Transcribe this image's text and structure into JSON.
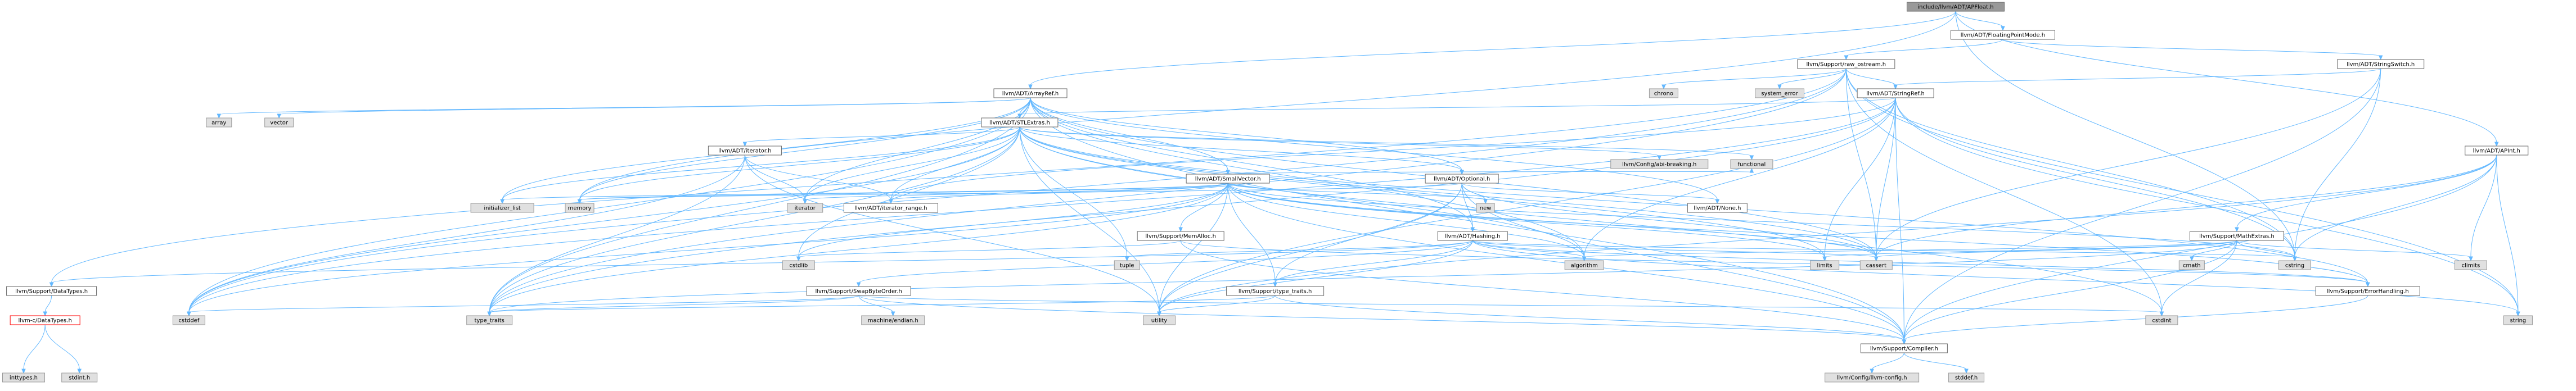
{
  "nodes": [
    {
      "id": "apfloat",
      "label": "include/llvm/ADT/APFloat.h",
      "kind": "focus"
    },
    {
      "id": "fpmode",
      "label": "llvm/ADT/FloatingPointMode.h",
      "kind": "doc"
    },
    {
      "id": "rawos",
      "label": "llvm/Support/raw_ostream.h",
      "kind": "doc"
    },
    {
      "id": "strswitch",
      "label": "llvm/ADT/StringSwitch.h",
      "kind": "doc"
    },
    {
      "id": "arrayref",
      "label": "llvm/ADT/ArrayRef.h",
      "kind": "doc"
    },
    {
      "id": "strref",
      "label": "llvm/ADT/StringRef.h",
      "kind": "doc"
    },
    {
      "id": "stlextras",
      "label": "llvm/ADT/STLExtras.h",
      "kind": "doc"
    },
    {
      "id": "apint",
      "label": "llvm/ADT/APInt.h",
      "kind": "doc"
    },
    {
      "id": "iterator",
      "label": "llvm/ADT/iterator.h",
      "kind": "doc"
    },
    {
      "id": "smallvec",
      "label": "llvm/ADT/SmallVector.h",
      "kind": "doc"
    },
    {
      "id": "optional",
      "label": "llvm/ADT/Optional.h",
      "kind": "doc"
    },
    {
      "id": "abibreak",
      "label": "llvm/Config/abi-breaking.h",
      "kind": "ext"
    },
    {
      "id": "iterrange",
      "label": "llvm/ADT/iterator_range.h",
      "kind": "doc"
    },
    {
      "id": "memalloc",
      "label": "llvm/Support/MemAlloc.h",
      "kind": "doc"
    },
    {
      "id": "hashing",
      "label": "llvm/ADT/Hashing.h",
      "kind": "doc"
    },
    {
      "id": "none",
      "label": "llvm/ADT/None.h",
      "kind": "doc"
    },
    {
      "id": "mathextras",
      "label": "llvm/Support/MathExtras.h",
      "kind": "doc"
    },
    {
      "id": "datatypes",
      "label": "llvm/Support/DataTypes.h",
      "kind": "doc"
    },
    {
      "id": "swapbyte",
      "label": "llvm/Support/SwapByteOrder.h",
      "kind": "doc"
    },
    {
      "id": "typetraits_llvm",
      "label": "llvm/Support/type_traits.h",
      "kind": "doc"
    },
    {
      "id": "errhandling",
      "label": "llvm/Support/ErrorHandling.h",
      "kind": "doc"
    },
    {
      "id": "llvmcdt",
      "label": "llvm-c/DataTypes.h",
      "kind": "err"
    },
    {
      "id": "compiler",
      "label": "llvm/Support/Compiler.h",
      "kind": "doc"
    },
    {
      "id": "llvmconfig",
      "label": "llvm/Config/llvm-config.h",
      "kind": "ext"
    },
    {
      "id": "stddef_h",
      "label": "stddef.h",
      "kind": "ext"
    },
    {
      "id": "inttypes",
      "label": "inttypes.h",
      "kind": "ext"
    },
    {
      "id": "stdint_h",
      "label": "stdint.h",
      "kind": "ext"
    },
    {
      "id": "machendian",
      "label": "machine/endian.h",
      "kind": "ext"
    },
    {
      "id": "chrono",
      "label": "chrono",
      "kind": "ext"
    },
    {
      "id": "syserr",
      "label": "system_error",
      "kind": "ext"
    },
    {
      "id": "array",
      "label": "array",
      "kind": "ext"
    },
    {
      "id": "vector",
      "label": "vector",
      "kind": "ext"
    },
    {
      "id": "functional",
      "label": "functional",
      "kind": "ext"
    },
    {
      "id": "initlist",
      "label": "initializer_list",
      "kind": "ext"
    },
    {
      "id": "memory",
      "label": "memory",
      "kind": "ext"
    },
    {
      "id": "iterstd",
      "label": "iterator",
      "kind": "ext"
    },
    {
      "id": "new",
      "label": "new",
      "kind": "ext"
    },
    {
      "id": "cstdlib",
      "label": "cstdlib",
      "kind": "ext"
    },
    {
      "id": "tuple",
      "label": "tuple",
      "kind": "ext"
    },
    {
      "id": "algorithm",
      "label": "algorithm",
      "kind": "ext"
    },
    {
      "id": "limits",
      "label": "limits",
      "kind": "ext"
    },
    {
      "id": "cassert",
      "label": "cassert",
      "kind": "ext"
    },
    {
      "id": "cmath",
      "label": "cmath",
      "kind": "ext"
    },
    {
      "id": "cstring",
      "label": "cstring",
      "kind": "ext"
    },
    {
      "id": "climits",
      "label": "climits",
      "kind": "ext"
    },
    {
      "id": "cstddef",
      "label": "cstddef",
      "kind": "ext"
    },
    {
      "id": "typetraits",
      "label": "type_traits",
      "kind": "ext"
    },
    {
      "id": "utility",
      "label": "utility",
      "kind": "ext"
    },
    {
      "id": "cstdint",
      "label": "cstdint",
      "kind": "ext"
    },
    {
      "id": "string",
      "label": "string",
      "kind": "ext"
    }
  ],
  "edges": [
    [
      "apfloat",
      "fpmode"
    ],
    [
      "apfloat",
      "arrayref"
    ],
    [
      "apfloat",
      "apint"
    ],
    [
      "apfloat",
      "memory"
    ],
    [
      "apfloat",
      "cstring"
    ],
    [
      "fpmode",
      "rawos"
    ],
    [
      "fpmode",
      "strswitch"
    ],
    [
      "rawos",
      "strref"
    ],
    [
      "rawos",
      "datatypes"
    ],
    [
      "rawos",
      "chrono"
    ],
    [
      "rawos",
      "syserr"
    ],
    [
      "rawos",
      "cassert"
    ],
    [
      "rawos",
      "cstddef"
    ],
    [
      "rawos",
      "cstdint"
    ],
    [
      "rawos",
      "string"
    ],
    [
      "rawos",
      "typetraits"
    ],
    [
      "rawos",
      "cstring"
    ],
    [
      "strswitch",
      "strref"
    ],
    [
      "strswitch",
      "compiler"
    ],
    [
      "strswitch",
      "cassert"
    ],
    [
      "strswitch",
      "cstring"
    ],
    [
      "arrayref",
      "stlextras"
    ],
    [
      "arrayref",
      "smallvec"
    ],
    [
      "arrayref",
      "hashing"
    ],
    [
      "arrayref",
      "none"
    ],
    [
      "arrayref",
      "optional"
    ],
    [
      "arrayref",
      "compiler"
    ],
    [
      "arrayref",
      "algorithm"
    ],
    [
      "arrayref",
      "array"
    ],
    [
      "arrayref",
      "vector"
    ],
    [
      "arrayref",
      "cassert"
    ],
    [
      "arrayref",
      "cstddef"
    ],
    [
      "arrayref",
      "initlist"
    ],
    [
      "arrayref",
      "iterstd"
    ],
    [
      "arrayref",
      "memory"
    ],
    [
      "arrayref",
      "typetraits"
    ],
    [
      "strref",
      "stlextras"
    ],
    [
      "strref",
      "iterrange"
    ],
    [
      "strref",
      "compiler"
    ],
    [
      "strref",
      "algorithm"
    ],
    [
      "strref",
      "cassert"
    ],
    [
      "strref",
      "cstddef"
    ],
    [
      "strref",
      "cstring"
    ],
    [
      "strref",
      "limits"
    ],
    [
      "strref",
      "string"
    ],
    [
      "strref",
      "typetraits"
    ],
    [
      "strref",
      "utility"
    ],
    [
      "stlextras",
      "optional"
    ],
    [
      "stlextras",
      "iterator"
    ],
    [
      "stlextras",
      "iterrange"
    ],
    [
      "stlextras",
      "abibreak"
    ],
    [
      "stlextras",
      "errhandling"
    ],
    [
      "stlextras",
      "algorithm"
    ],
    [
      "stlextras",
      "cassert"
    ],
    [
      "stlextras",
      "cstddef"
    ],
    [
      "stlextras",
      "cstdint"
    ],
    [
      "stlextras",
      "cstdlib"
    ],
    [
      "stlextras",
      "functional"
    ],
    [
      "stlextras",
      "initlist"
    ],
    [
      "stlextras",
      "iterstd"
    ],
    [
      "stlextras",
      "limits"
    ],
    [
      "stlextras",
      "memory"
    ],
    [
      "stlextras",
      "tuple"
    ],
    [
      "stlextras",
      "typetraits"
    ],
    [
      "stlextras",
      "utility"
    ],
    [
      "apint",
      "mathextras"
    ],
    [
      "apint",
      "compiler"
    ],
    [
      "apint",
      "cassert"
    ],
    [
      "apint",
      "climits"
    ],
    [
      "apint",
      "cstring"
    ],
    [
      "apint",
      "utility"
    ],
    [
      "apint",
      "string"
    ],
    [
      "iterator",
      "iterrange"
    ],
    [
      "iterator",
      "cstddef"
    ],
    [
      "iterator",
      "iterstd"
    ],
    [
      "iterator",
      "typetraits"
    ],
    [
      "iterator",
      "utility"
    ],
    [
      "smallvec",
      "memalloc"
    ],
    [
      "smallvec",
      "typetraits_llvm"
    ],
    [
      "smallvec",
      "iterrange"
    ],
    [
      "smallvec",
      "compiler"
    ],
    [
      "smallvec",
      "algorithm"
    ],
    [
      "smallvec",
      "cassert"
    ],
    [
      "smallvec",
      "cstddef"
    ],
    [
      "smallvec",
      "cstdlib"
    ],
    [
      "smallvec",
      "cstring"
    ],
    [
      "smallvec",
      "functional"
    ],
    [
      "smallvec",
      "initlist"
    ],
    [
      "smallvec",
      "iterstd"
    ],
    [
      "smallvec",
      "limits"
    ],
    [
      "smallvec",
      "memory"
    ],
    [
      "smallvec",
      "new"
    ],
    [
      "smallvec",
      "typetraits"
    ],
    [
      "smallvec",
      "utility"
    ],
    [
      "smallvec",
      "errhandling"
    ],
    [
      "optional",
      "hashing"
    ],
    [
      "optional",
      "none"
    ],
    [
      "optional",
      "compiler"
    ],
    [
      "optional",
      "typetraits_llvm"
    ],
    [
      "optional",
      "cassert"
    ],
    [
      "optional",
      "memory"
    ],
    [
      "optional",
      "new"
    ],
    [
      "optional",
      "utility"
    ],
    [
      "memalloc",
      "compiler"
    ],
    [
      "memalloc",
      "errhandling"
    ],
    [
      "memalloc",
      "cstdlib"
    ],
    [
      "hashing",
      "errhandling"
    ],
    [
      "hashing",
      "swapbyte"
    ],
    [
      "hashing",
      "typetraits_llvm"
    ],
    [
      "hashing",
      "algorithm"
    ],
    [
      "hashing",
      "cassert"
    ],
    [
      "hashing",
      "cstring"
    ],
    [
      "hashing",
      "string"
    ],
    [
      "hashing",
      "tuple"
    ],
    [
      "hashing",
      "utility"
    ],
    [
      "hashing",
      "datatypes"
    ],
    [
      "mathextras",
      "compiler"
    ],
    [
      "mathextras",
      "algorithm"
    ],
    [
      "mathextras",
      "cassert"
    ],
    [
      "mathextras",
      "climits"
    ],
    [
      "mathextras",
      "cmath"
    ],
    [
      "mathextras",
      "cstdint"
    ],
    [
      "mathextras",
      "cstring"
    ],
    [
      "mathextras",
      "limits"
    ],
    [
      "mathextras",
      "typetraits"
    ],
    [
      "datatypes",
      "llvmcdt"
    ],
    [
      "llvmcdt",
      "inttypes"
    ],
    [
      "llvmcdt",
      "stdint_h"
    ],
    [
      "swapbyte",
      "compiler"
    ],
    [
      "swapbyte",
      "cstddef"
    ],
    [
      "swapbyte",
      "cstdint"
    ],
    [
      "swapbyte",
      "typetraits"
    ],
    [
      "swapbyte",
      "machendian"
    ],
    [
      "typetraits_llvm",
      "compiler"
    ],
    [
      "typetraits_llvm",
      "typetraits"
    ],
    [
      "typetraits_llvm",
      "utility"
    ],
    [
      "errhandling",
      "compiler"
    ],
    [
      "compiler",
      "llvmconfig"
    ],
    [
      "compiler",
      "stddef_h"
    ]
  ]
}
